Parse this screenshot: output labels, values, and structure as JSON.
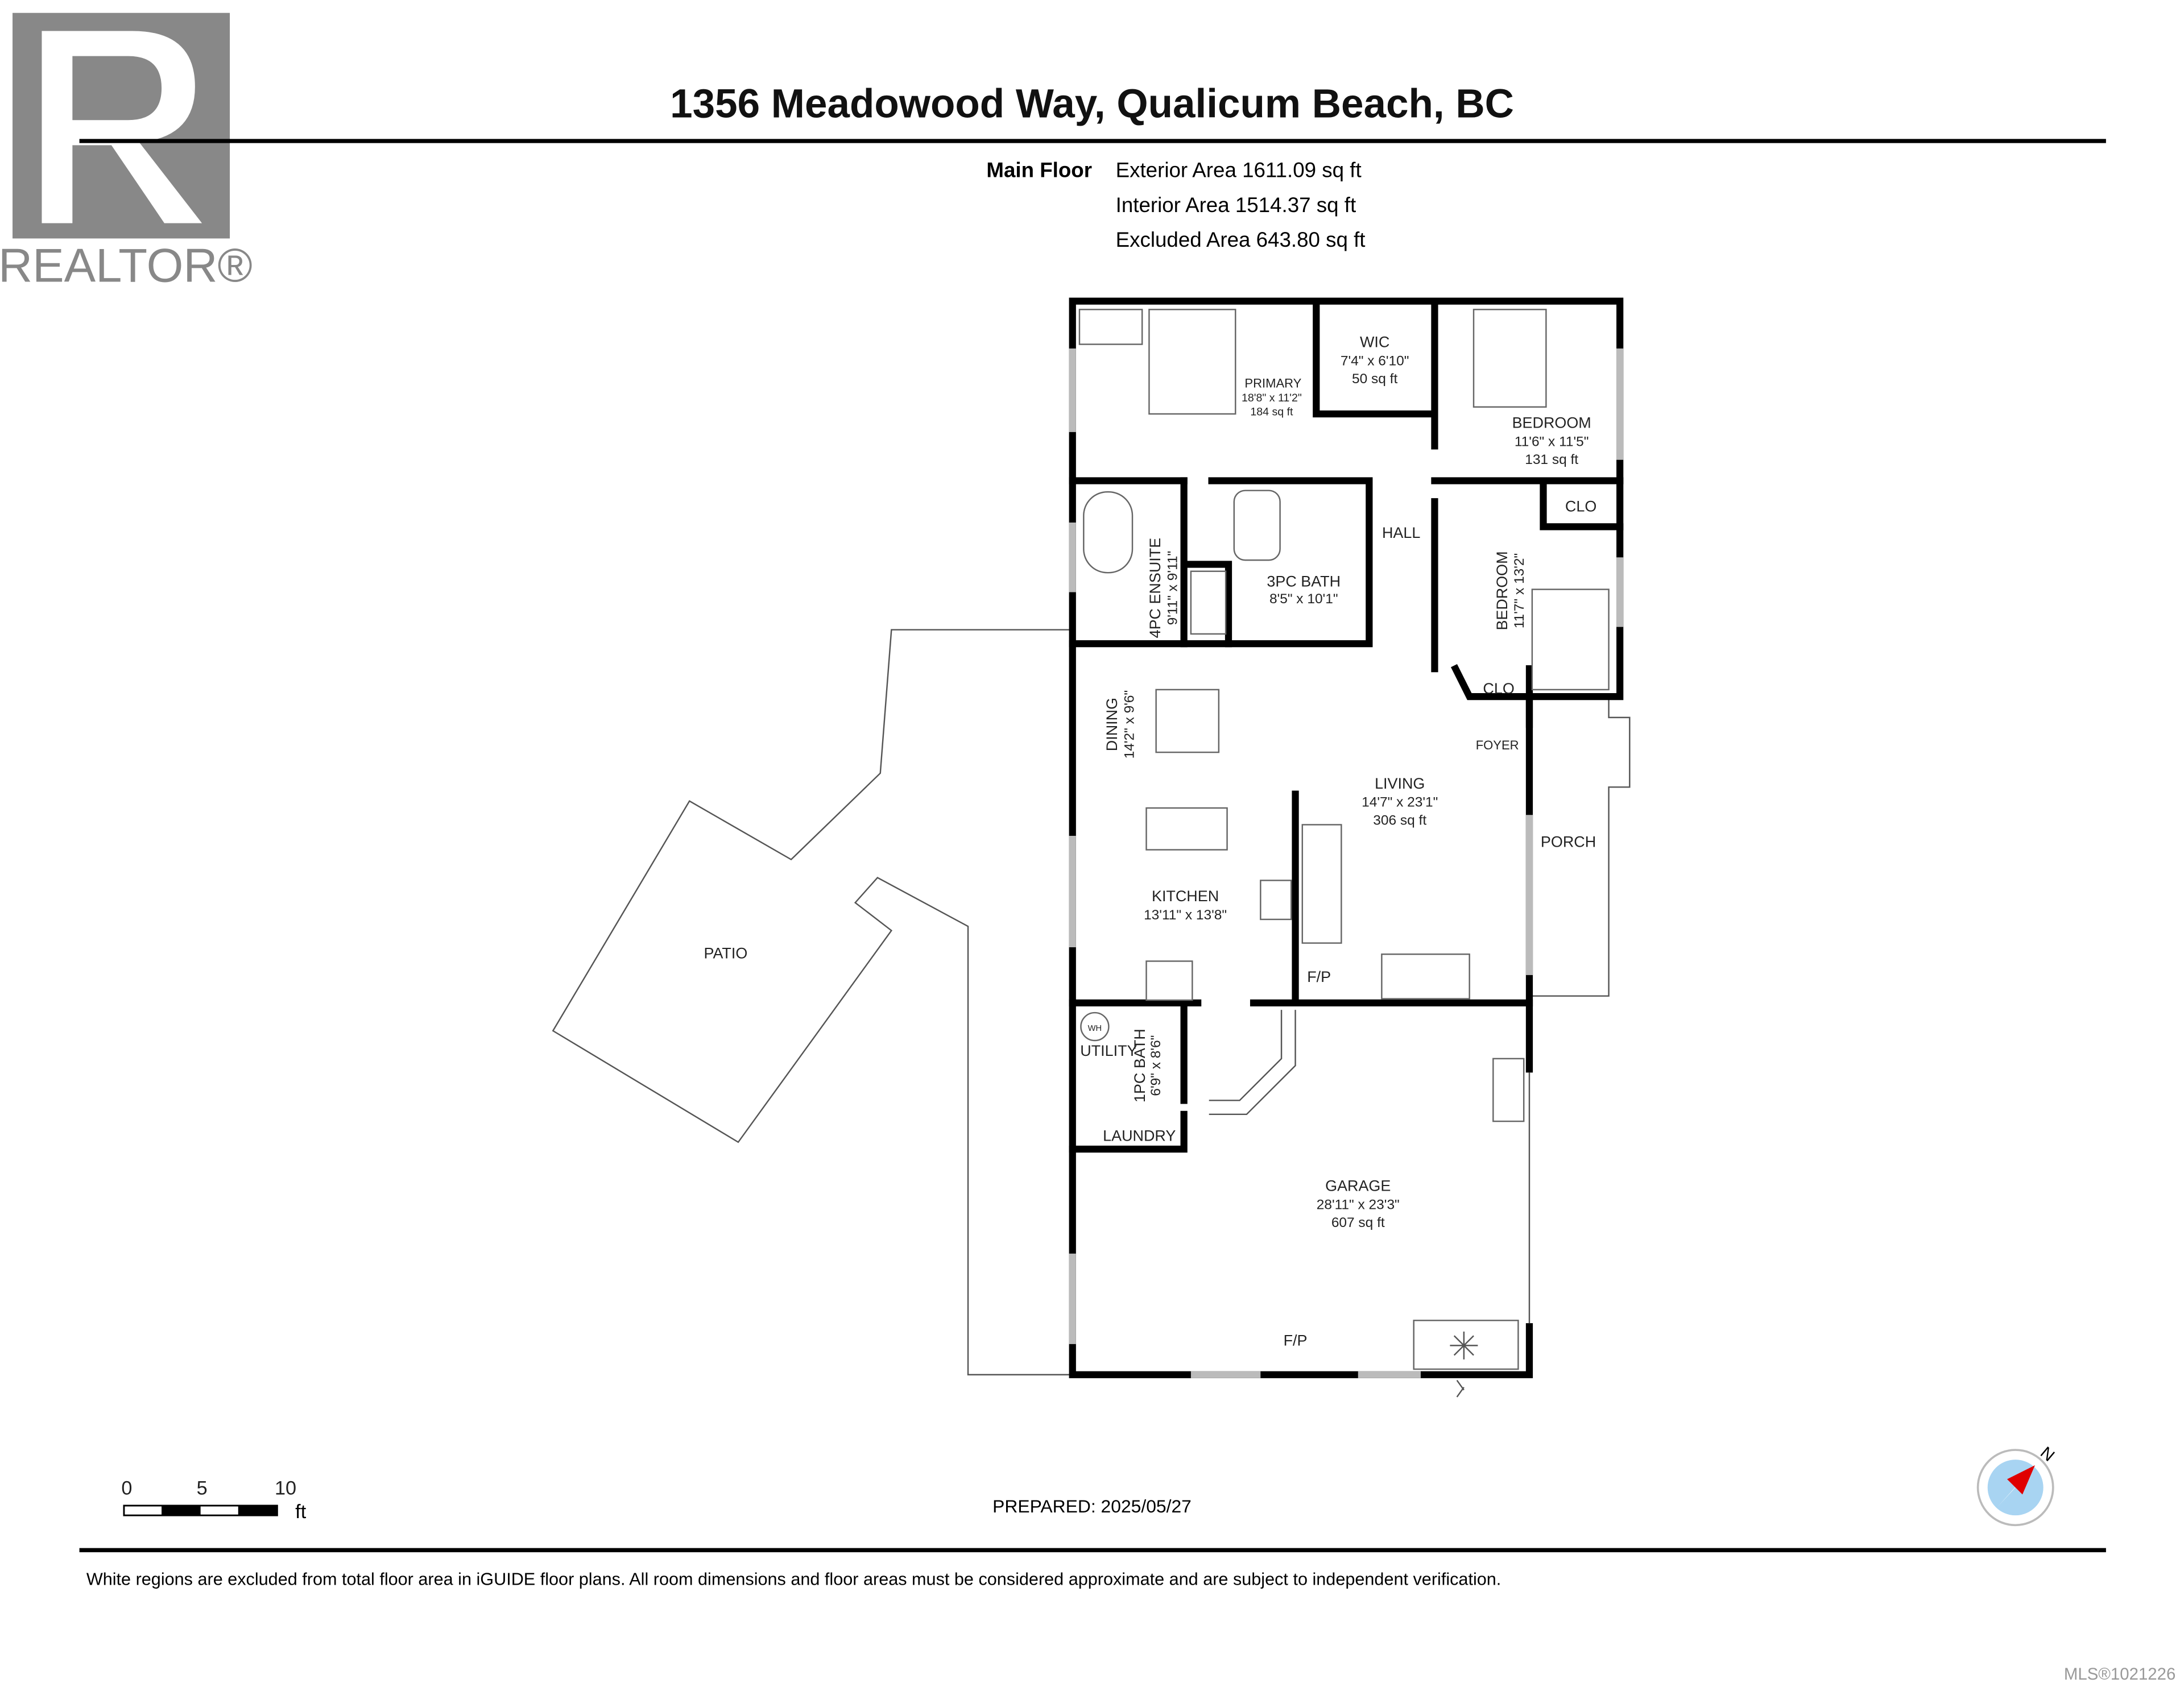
{
  "logo": {
    "text": "REALTOR",
    "mark": "R"
  },
  "header": {
    "title": "1356 Meadowood Way, Qualicum Beach, BC"
  },
  "floor_summary": {
    "floor_name": "Main Floor",
    "exterior": "Exterior Area 1611.09 sq ft",
    "interior": "Interior Area 1514.37 sq ft",
    "excluded": "Excluded Area 643.80 sq ft"
  },
  "rooms": {
    "wic": {
      "name": "WIC",
      "dims": "7'4\" x 6'10\"",
      "area": "50 sq ft"
    },
    "primary": {
      "name": "PRIMARY",
      "dims": "18'8\" x 11'2\"",
      "area": "184 sq ft"
    },
    "bedroom1": {
      "name": "BEDROOM",
      "dims": "11'6\" x 11'5\"",
      "area": "131 sq ft"
    },
    "clo1": {
      "name": "CLO"
    },
    "hall": {
      "name": "HALL"
    },
    "ensuite": {
      "name": "4PC ENSUITE",
      "dims": "9'11\" x 9'11\""
    },
    "bath3": {
      "name": "3PC BATH",
      "dims": "8'5\" x 10'1\""
    },
    "bedroom2": {
      "name": "BEDROOM",
      "dims": "11'7\" x 13'2\""
    },
    "clo2": {
      "name": "CLO"
    },
    "foyer": {
      "name": "FOYER"
    },
    "dining": {
      "name": "DINING",
      "dims": "14'2\" x 9'6\""
    },
    "living": {
      "name": "LIVING",
      "dims": "14'7\" x 23'1\"",
      "area": "306 sq ft"
    },
    "porch": {
      "name": "PORCH"
    },
    "kitchen": {
      "name": "KITCHEN",
      "dims": "13'11\" x 13'8\""
    },
    "fp_living": {
      "name": "F/P"
    },
    "patio": {
      "name": "PATIO"
    },
    "utility": {
      "name": "UTILITY"
    },
    "wh": {
      "name": "WH"
    },
    "bath1": {
      "name": "1PC BATH",
      "dims": "6'9\" x 8'6\""
    },
    "laundry": {
      "name": "LAUNDRY"
    },
    "garage": {
      "name": "GARAGE",
      "dims": "28'11\" x 23'3\"",
      "area": "607 sq ft"
    },
    "fp_garage": {
      "name": "F/P"
    }
  },
  "scale_bar": {
    "ticks": [
      "0",
      "5",
      "10"
    ],
    "unit": "ft"
  },
  "compass": {
    "label": "N",
    "colors": {
      "needle": "#e00000",
      "face": "#a8d4f2"
    }
  },
  "prepared": "PREPARED: 2025/05/27",
  "footer": {
    "disclaimer": "White regions are excluded from total floor area in iGUIDE floor plans. All room dimensions and floor areas must be considered approximate and are subject to independent verification.",
    "mls": "MLS®1021226"
  }
}
